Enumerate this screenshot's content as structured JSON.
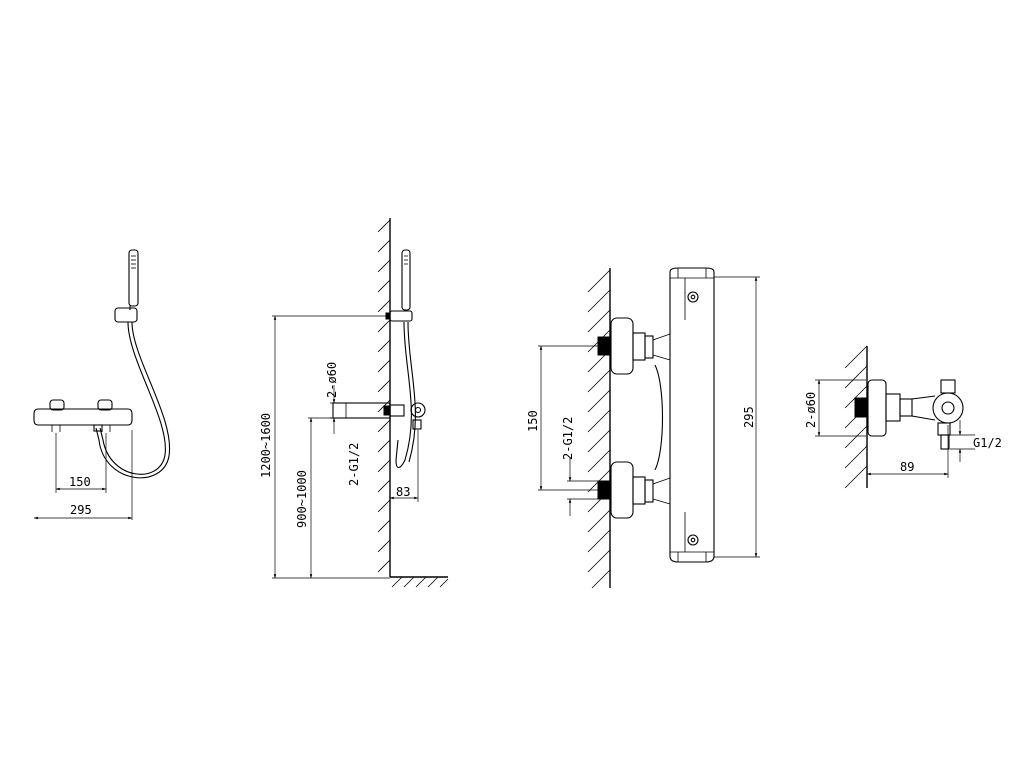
{
  "views": {
    "front": {
      "dim_spacing": "150",
      "dim_length": "295"
    },
    "side": {
      "dim_mount_height": "1200~1600",
      "dim_outlet_diameter": "2-ø60",
      "dim_connection": "2-G1/2",
      "dim_valve_height": "900~1000",
      "dim_projection": "83"
    },
    "back": {
      "dim_spacing": "150",
      "dim_connection": "2-G1/2",
      "dim_length": "295"
    },
    "end": {
      "dim_outlet_diameter": "2-ø60",
      "dim_connection": "G1/2",
      "dim_projection": "89"
    }
  }
}
